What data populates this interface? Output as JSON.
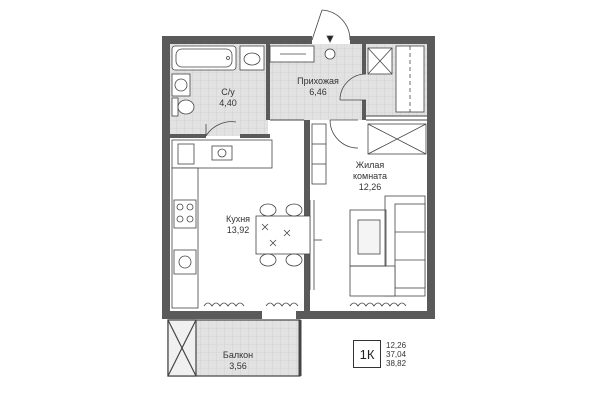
{
  "rooms": {
    "bathroom": {
      "name": "С/у",
      "area": "4,40"
    },
    "hallway": {
      "name": "Прихожая",
      "area": "6,46"
    },
    "living": {
      "name_line1": "Жилая",
      "name_line2": "комната",
      "area": "12,26"
    },
    "kitchen": {
      "name": "Кухня",
      "area": "13,92"
    },
    "balcony": {
      "name": "Балкон",
      "area": "3,56"
    }
  },
  "summary": {
    "type": "1К",
    "areas": [
      "12,26",
      "37,04",
      "38,82"
    ]
  },
  "colors": {
    "wall": "#5a5a5a",
    "floor_tile": "#dcdcdc",
    "line": "#444444"
  }
}
